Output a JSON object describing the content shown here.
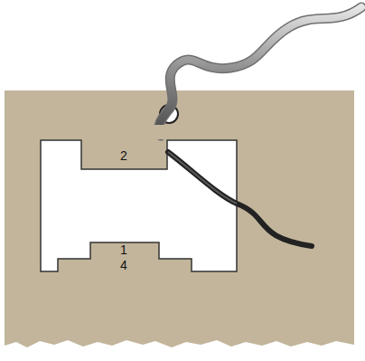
{
  "diagram": {
    "labels": [
      "2",
      "1",
      "4"
    ]
  }
}
